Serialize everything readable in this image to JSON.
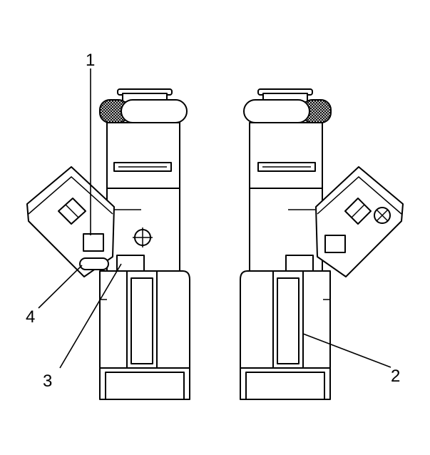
{
  "diagram": {
    "callouts": [
      {
        "id": "1",
        "text": "1"
      },
      {
        "id": "2",
        "text": "2"
      },
      {
        "id": "3",
        "text": "3"
      },
      {
        "id": "4",
        "text": "4"
      }
    ]
  },
  "colors": {
    "line": "#000000",
    "background": "#ffffff"
  }
}
